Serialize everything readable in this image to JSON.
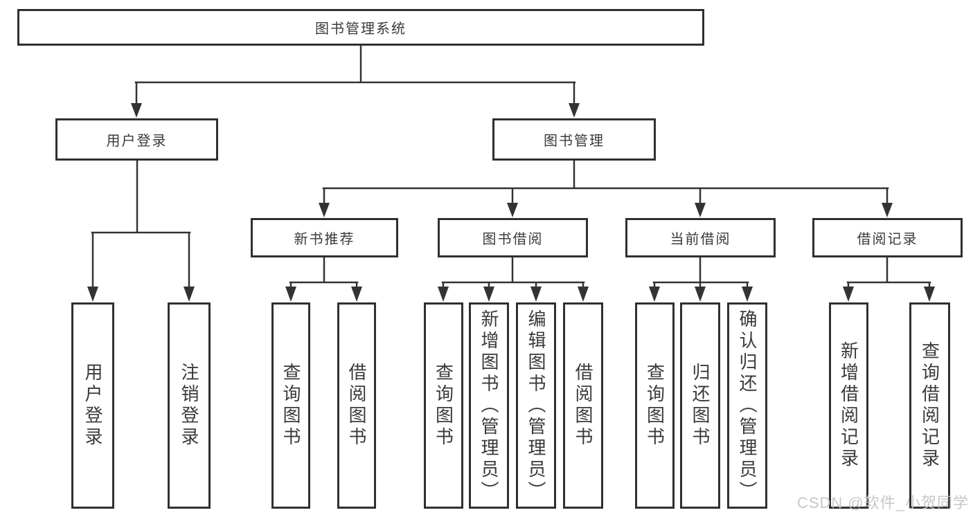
{
  "diagram_title": "图书管理系统",
  "colors": {
    "background": "#ffffff",
    "box_border": "#303030",
    "line": "#333333",
    "text": "#3a3a3a",
    "watermark": "#c3c3c3"
  },
  "nodes": {
    "root": {
      "label": "图书管理系统",
      "parent": null
    },
    "user_login": {
      "label": "用户登录",
      "parent": "root"
    },
    "book_mgmt": {
      "label": "图书管理",
      "parent": "root"
    },
    "new_book_rec": {
      "label": "新书推荐",
      "parent": "book_mgmt"
    },
    "book_borrow": {
      "label": "图书借阅",
      "parent": "book_mgmt"
    },
    "current_borrow": {
      "label": "当前借阅",
      "parent": "book_mgmt"
    },
    "borrow_record": {
      "label": "借阅记录",
      "parent": "book_mgmt"
    },
    "leaf_user_login": {
      "label": "用户登录",
      "parent": "user_login"
    },
    "leaf_logout": {
      "label": "注销登录",
      "parent": "user_login"
    },
    "leaf_nbr_query": {
      "label": "查询图书",
      "parent": "new_book_rec"
    },
    "leaf_nbr_borrow": {
      "label": "借阅图书",
      "parent": "new_book_rec"
    },
    "leaf_bb_query": {
      "label": "查询图书",
      "parent": "book_borrow"
    },
    "leaf_bb_add": {
      "label": "新增图书（管理员）",
      "parent": "book_borrow"
    },
    "leaf_bb_edit": {
      "label": "编辑图书（管理员）",
      "parent": "book_borrow"
    },
    "leaf_bb_borrow": {
      "label": "借阅图书",
      "parent": "book_borrow"
    },
    "leaf_cb_query": {
      "label": "查询图书",
      "parent": "current_borrow"
    },
    "leaf_cb_return": {
      "label": "归还图书",
      "parent": "current_borrow"
    },
    "leaf_cb_confirm": {
      "label": "确认归还（管理员）",
      "parent": "current_borrow"
    },
    "leaf_br_add": {
      "label": "新增借阅记录",
      "parent": "borrow_record"
    },
    "leaf_br_query": {
      "label": "查询借阅记录",
      "parent": "borrow_record"
    }
  },
  "watermark": {
    "text": "CSDN @软件_小贺同学"
  }
}
